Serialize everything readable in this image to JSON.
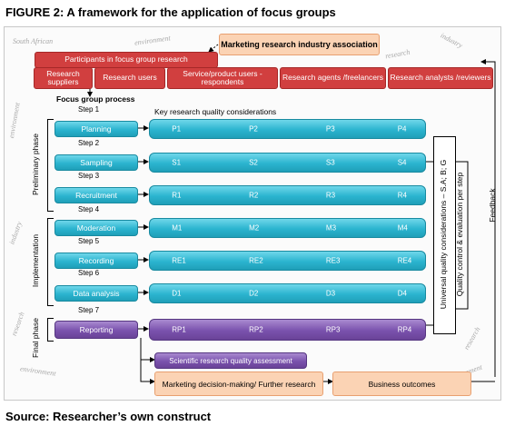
{
  "title": "FIGURE 2: A framework for the application of focus groups",
  "source": "Source: Researcher’s own construct",
  "background_words": [
    "South African",
    "environment",
    "research",
    "industry",
    "environment",
    "industry",
    "research",
    "environment",
    "research",
    "environment"
  ],
  "top": {
    "association": "Marketing research industry association",
    "participants": "Participants in focus group research",
    "participant_types": [
      "Research suppliers",
      "Research users",
      "Service/product users - respondents",
      "Research agents /freelancers",
      "Research analysts /reviewers"
    ]
  },
  "process_heading": "Focus group process",
  "considerations_heading": "Key research quality considerations",
  "phases": [
    "Preliminary phase",
    "Implementation",
    "Final phase"
  ],
  "steps": [
    {
      "step": "Step 1",
      "name": "Planning",
      "pills": [
        "P1",
        "P2",
        "P3",
        "P4"
      ]
    },
    {
      "step": "Step 2",
      "name": "Sampling",
      "pills": [
        "S1",
        "S2",
        "S3",
        "S4"
      ]
    },
    {
      "step": "Step 3",
      "name": "Recruitment",
      "pills": [
        "R1",
        "R2",
        "R3",
        "R4"
      ]
    },
    {
      "step": "Step 4",
      "name": "Moderation",
      "pills": [
        "M1",
        "M2",
        "M3",
        "M4"
      ]
    },
    {
      "step": "Step 5",
      "name": "Recording",
      "pills": [
        "RE1",
        "RE2",
        "RE3",
        "RE4"
      ]
    },
    {
      "step": "Step 6",
      "name": "Data analysis",
      "pills": [
        "D1",
        "D2",
        "D3",
        "D4"
      ]
    },
    {
      "step": "Step 7",
      "name": "Reporting",
      "pills": [
        "RP1",
        "RP2",
        "RP3",
        "RP4"
      ]
    }
  ],
  "universal": "Universal quality considerations – S.A; B; G",
  "quality_control": "Quality control & evaluation per step",
  "feedback": "Feedback",
  "scientific": "Scientific research quality assessment",
  "decision": "Marketing decision-making/ Further research",
  "outcomes": "Business outcomes"
}
